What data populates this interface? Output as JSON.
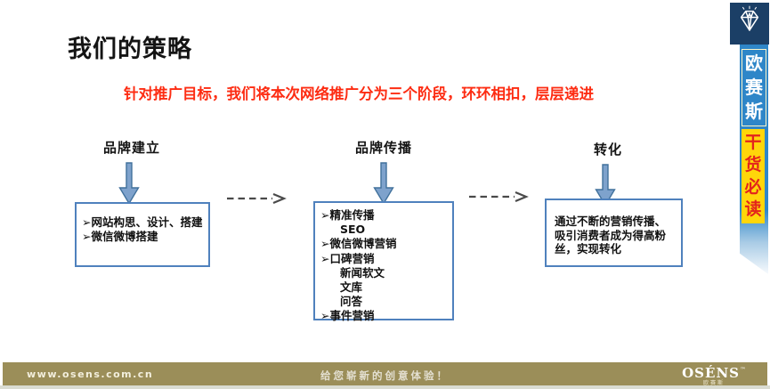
{
  "slide": {
    "title": "我们的策略",
    "subtitle": "针对推广目标，我们将本次网络推广分为三个阶段，环环相扣，层层递进"
  },
  "stages": [
    {
      "label": "品牌建立",
      "items": [
        {
          "bullet": "➢",
          "indent": 0,
          "text": "网站构思、设计、搭建"
        },
        {
          "bullet": "➢",
          "indent": 0,
          "text": "微信微博搭建"
        }
      ]
    },
    {
      "label": "品牌传播",
      "items": [
        {
          "bullet": "➢",
          "indent": 0,
          "text": "精准传播"
        },
        {
          "bullet": "",
          "indent": 1,
          "text": "SEO"
        },
        {
          "bullet": "➢",
          "indent": 0,
          "text": "微信微博营销"
        },
        {
          "bullet": "➢",
          "indent": 0,
          "text": "口碑营销"
        },
        {
          "bullet": "",
          "indent": 1,
          "text": "新闻软文"
        },
        {
          "bullet": "",
          "indent": 1,
          "text": "文库"
        },
        {
          "bullet": "",
          "indent": 1,
          "text": "问答"
        },
        {
          "bullet": "➢",
          "indent": 0,
          "text": "事件营销"
        }
      ]
    },
    {
      "label": "转化",
      "paragraph": "通过不断的营销传播、吸引消费者成为得高粉丝，实现转化"
    }
  ],
  "ribbon": {
    "brand_vertical": "欧赛斯",
    "tagline_vertical": "干货必读",
    "icon": "diamond-gem-icon"
  },
  "footer": {
    "url": "www.osens.com.cn",
    "slogan": "给您崭新的创意体验！",
    "logo_text": "OSÉNS",
    "logo_tm": "™",
    "logo_sub": "欧赛斯"
  },
  "colors": {
    "subtitle_red": "#fd2c12",
    "box_border_blue": "#4f81bd",
    "arrow_fill": "#7ea2cc",
    "arrow_stroke": "#41719c",
    "dashed_arrow_gray": "#4a4a4a",
    "ribbon_blue": "#2e86c8",
    "ribbon_navy": "#1b3f66",
    "tagline_yellow": "#ffd60a",
    "tagline_red": "#e3241d",
    "footer_gold": "#9b8e59"
  }
}
